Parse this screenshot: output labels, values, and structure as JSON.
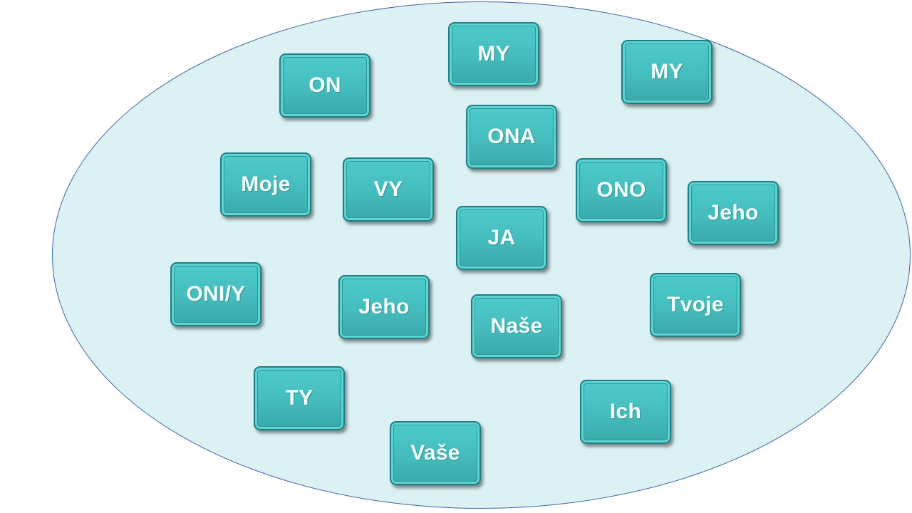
{
  "tiles": [
    {
      "label": "MY"
    },
    {
      "label": "MY"
    },
    {
      "label": "ON"
    },
    {
      "label": "ONA"
    },
    {
      "label": "Moje"
    },
    {
      "label": "VY"
    },
    {
      "label": "ONO"
    },
    {
      "label": "Jeho"
    },
    {
      "label": "JA"
    },
    {
      "label": "ONI/Y"
    },
    {
      "label": "Jeho"
    },
    {
      "label": "Naše"
    },
    {
      "label": "Tvoje"
    },
    {
      "label": "TY"
    },
    {
      "label": "Ich"
    },
    {
      "label": "Vaše"
    }
  ]
}
